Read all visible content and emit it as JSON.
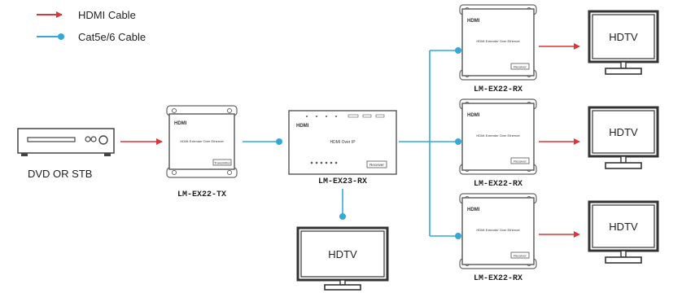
{
  "legend": {
    "hdmi_label": "HDMI Cable",
    "cat_label": "Cat5e/6 Cable"
  },
  "colors": {
    "hdmi": "#d9363e",
    "cat": "#35a9d6",
    "outline": "#555555"
  },
  "source": {
    "label": "DVD OR STB"
  },
  "transmitter": {
    "logo": "HDMI",
    "caption": "HDMI Extender Over Ethernet",
    "badge": "Transmitter",
    "model": "LM-EX22-TX"
  },
  "switch": {
    "logo": "HDMI",
    "caption": "HDMI Over IP",
    "badge": "Receiver",
    "model": "LM-EX23-RX"
  },
  "receivers": [
    {
      "logo": "HDMI",
      "caption": "HDMI Extender Over Ethernet",
      "badge": "Receiver",
      "model": "LM-EX22-RX"
    },
    {
      "logo": "HDMI",
      "caption": "HDMI Extender Over Ethernet",
      "badge": "Receiver",
      "model": "LM-EX22-RX"
    },
    {
      "logo": "HDMI",
      "caption": "HDMI Extender Over Ethernet",
      "badge": "Receiver",
      "model": "LM-EX22-RX"
    }
  ],
  "tvs": [
    {
      "label": "HDTV"
    },
    {
      "label": "HDTV"
    },
    {
      "label": "HDTV"
    },
    {
      "label": "HDTV"
    }
  ]
}
